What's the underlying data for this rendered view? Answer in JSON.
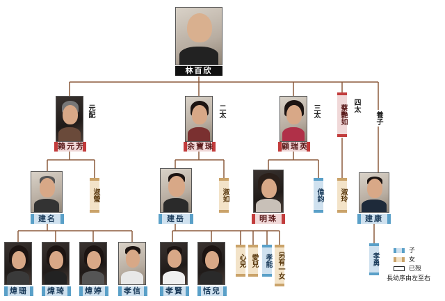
{
  "colors": {
    "line": "#8b5a3c",
    "son": "#5aa0c8",
    "daughter": "#caa36a",
    "deceased": "#ffffff",
    "pink": "#c23c3c"
  },
  "root": {
    "name": "林百欣"
  },
  "wives": [
    {
      "name": "賴元芳",
      "note": "元配"
    },
    {
      "name": "余寶珠",
      "note": "二太"
    },
    {
      "name": "顧瑞英",
      "note": "三太"
    },
    {
      "name": "蔡艷如",
      "note": "四太"
    },
    {
      "note": "養子"
    }
  ],
  "children": {
    "jianming": "建名",
    "shuying": "淑瑩",
    "jianyue": "建岳",
    "shuru": "淑如",
    "mingzhu": "明珠",
    "weijun": "偉鈞",
    "shuling": "淑玲",
    "jiankang": "建康"
  },
  "grandchildren": {
    "huangshan": "煒珊",
    "huangqi": "煒琦",
    "huangting": "煒婷",
    "xiaoxin": "孝信",
    "xiaoxian": "孝賢",
    "tianer": "恬兒",
    "xiner": "心兒",
    "aier": "愛兒",
    "xiaoneng": "孝能",
    "lingyouyinv": "另有一女",
    "xiaoyong": "孝勇"
  },
  "legend": {
    "son": "子",
    "daughter": "女",
    "deceased": "已歿",
    "order": "長幼序由左至右"
  }
}
